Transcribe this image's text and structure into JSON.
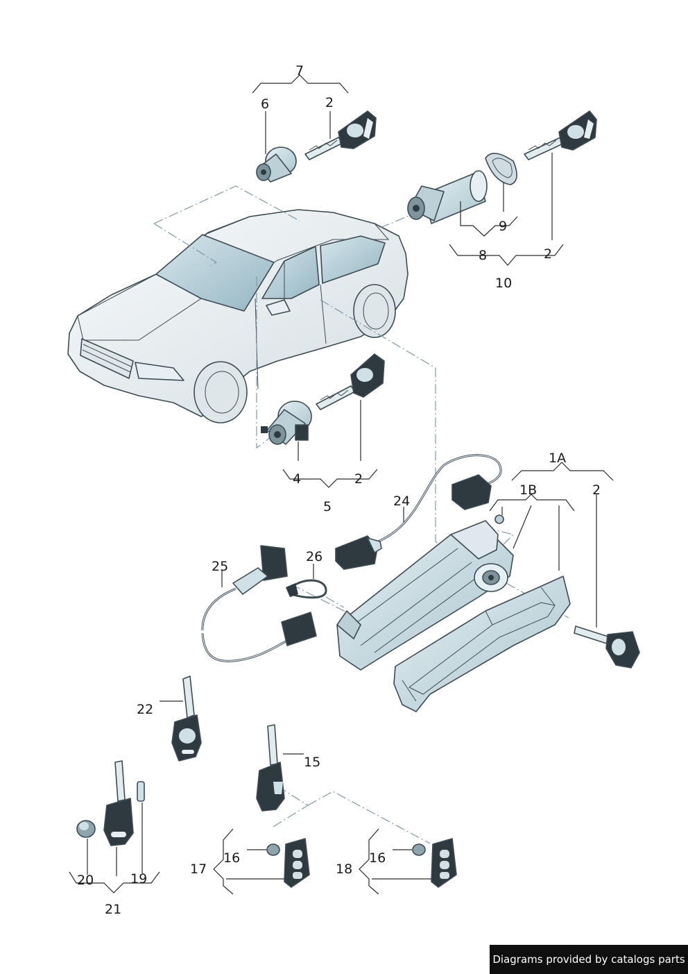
{
  "callouts": {
    "c7": "7",
    "c6": "6",
    "c2a": "2",
    "c2b": "2",
    "c9": "9",
    "c8": "8",
    "c2c": "2",
    "c10": "10",
    "c4": "4",
    "c2d": "2",
    "c5": "5",
    "c1a": "1A",
    "c1b": "1B",
    "c2e": "2",
    "c24": "24",
    "c25": "25",
    "c26": "26",
    "c22": "22",
    "c15": "15",
    "c20": "20",
    "c19": "19",
    "c21": "21",
    "c17": "17",
    "c16a": "16",
    "c18": "18",
    "c16b": "16"
  },
  "colors": {
    "part_fill": "#cfe0e6",
    "part_dark": "#2f3a40",
    "car_fill": "#eef2f4",
    "glass": "#bcd3dc",
    "dash_line": "#7f98a6"
  },
  "footer": {
    "text": "Diagrams provided by catalogs parts"
  }
}
